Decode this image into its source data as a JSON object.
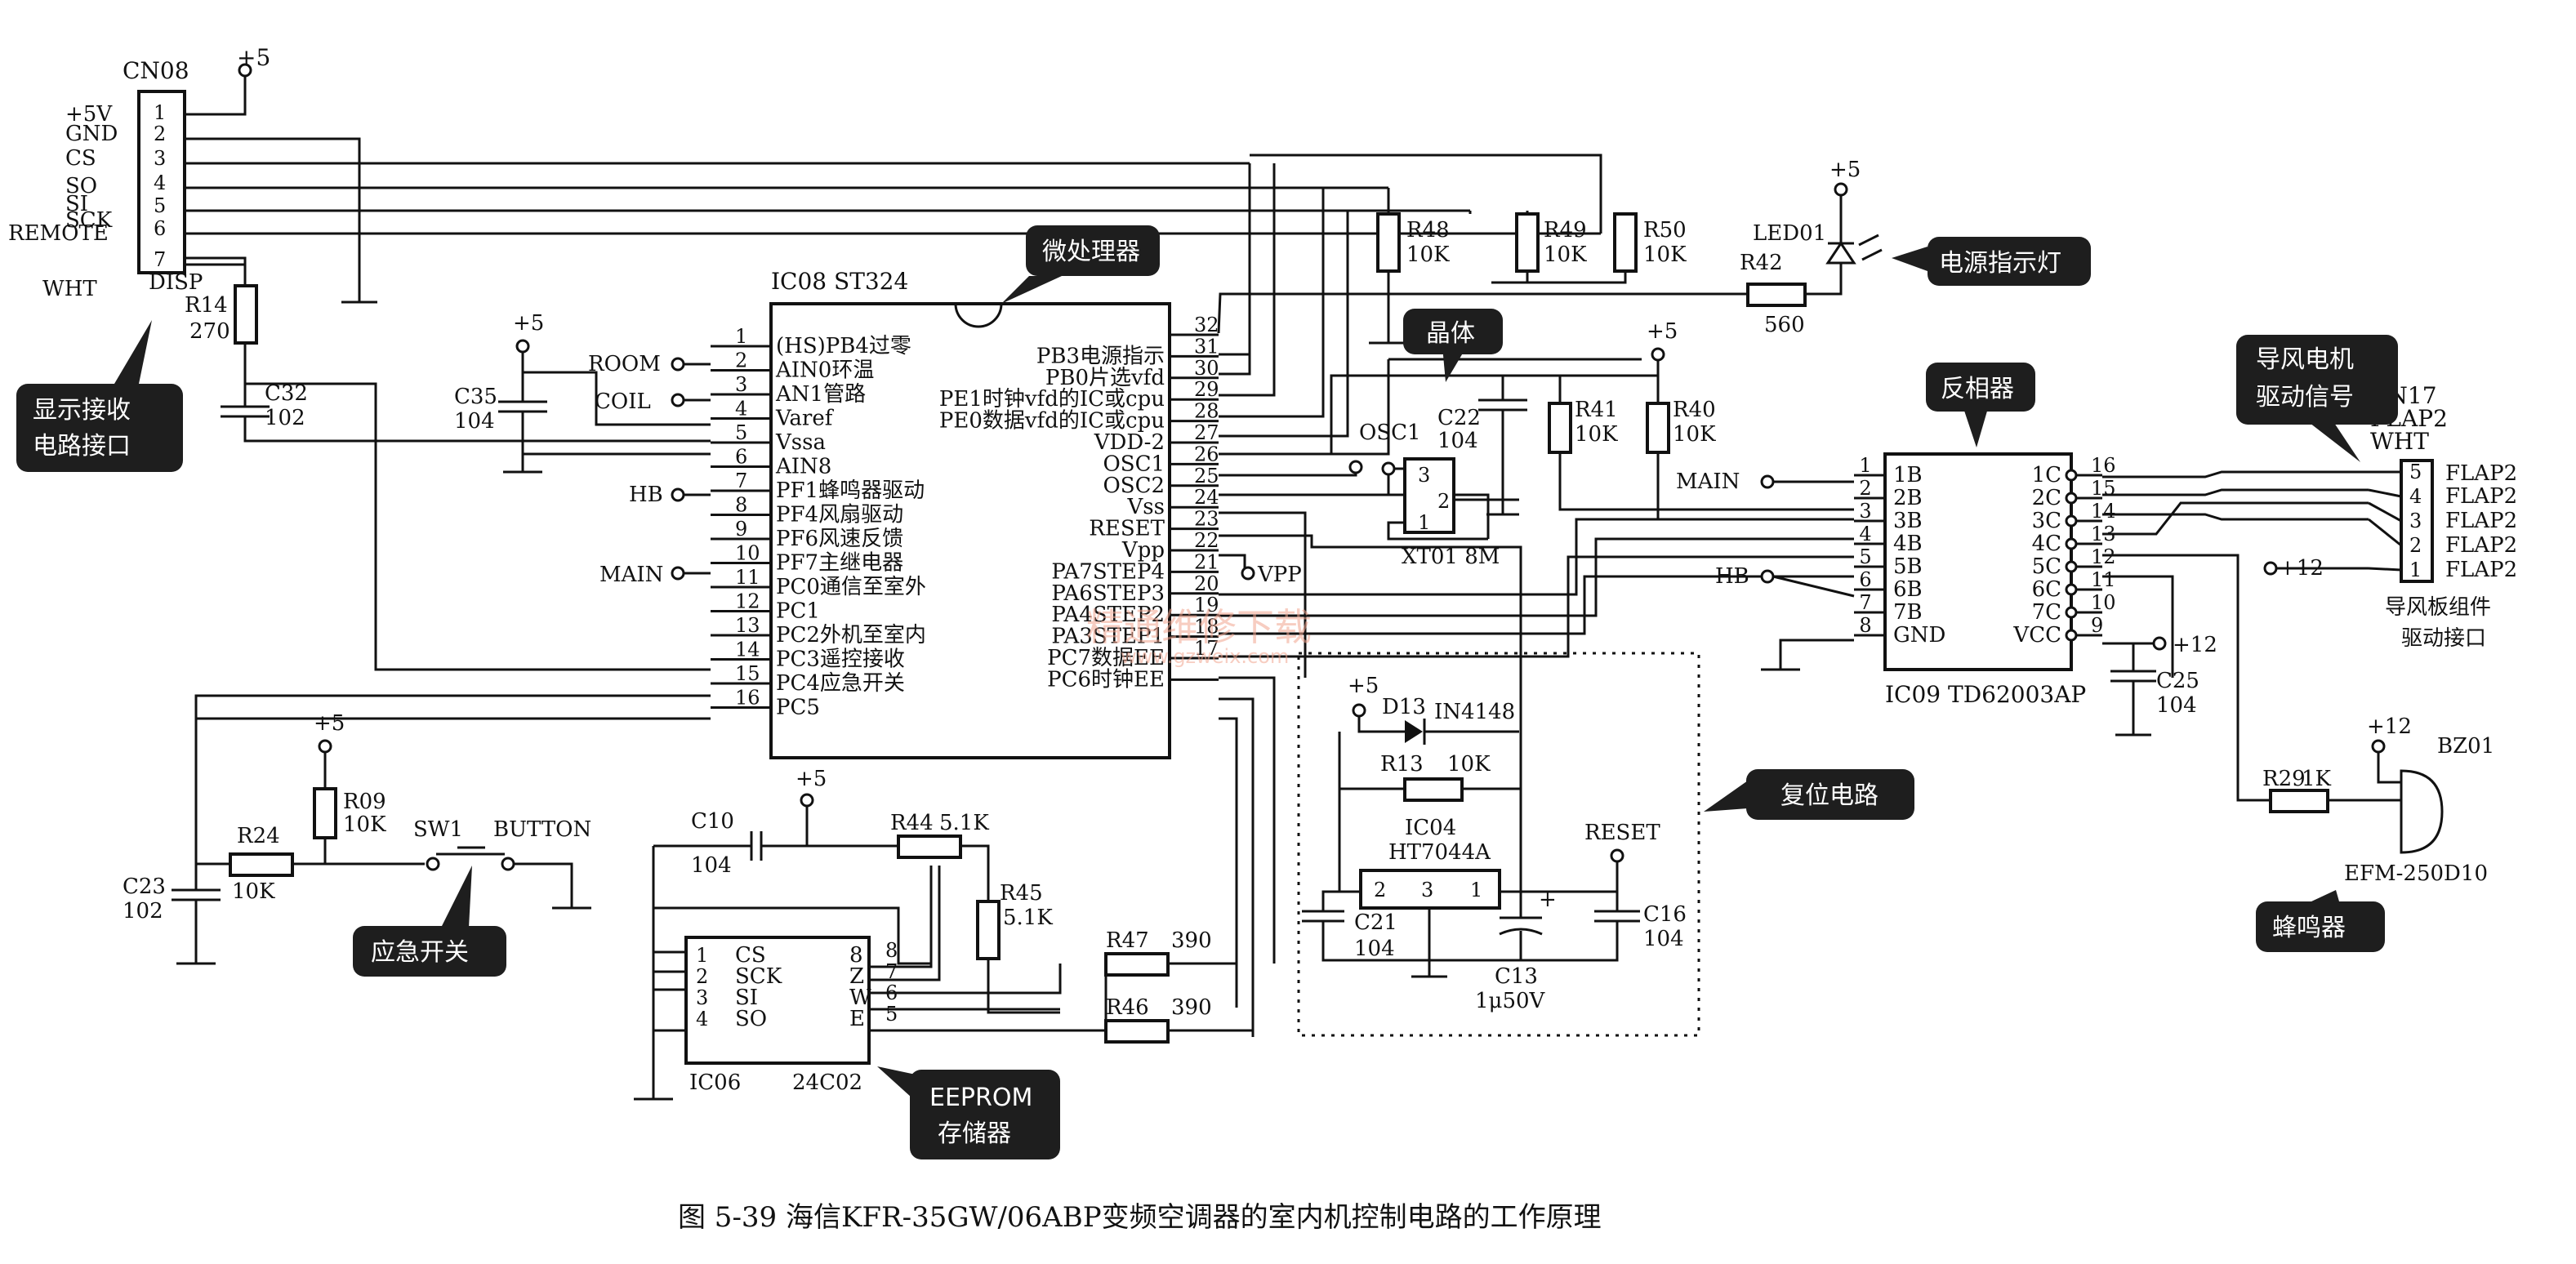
{
  "caption": "图 5-39   海信KFR-35GW/06ABP变频空调器的室内机控制电路的工作原理",
  "callouts": {
    "display_interface": [
      "显示接收",
      "电路接口"
    ],
    "mcu": "微处理器",
    "crystal": "晶体",
    "power_led": "电源指示灯",
    "inverter": "反相器",
    "flap_motor": [
      "导风电机",
      "驱动信号"
    ],
    "reset": "复位电路",
    "emergency": "应急开关",
    "eeprom": [
      "EEPROM",
      "存储器"
    ],
    "buzzer": "蜂鸣器"
  },
  "cn08": {
    "name": "CN08",
    "signals": [
      "+5V",
      "GND",
      "CS",
      "SO",
      "SI",
      "SCK",
      "REMOTE"
    ],
    "pins": [
      "1",
      "2",
      "3",
      "4",
      "5",
      "6",
      "7"
    ],
    "wht": "WHT",
    "disp": "DISP",
    "supply": "+5"
  },
  "ic08": {
    "name": "IC08 ST324",
    "left_pins": [
      {
        "num": "1",
        "label": "(HS)PB4过零"
      },
      {
        "num": "2",
        "label": "AIN0环温"
      },
      {
        "num": "3",
        "label": "AN1管路"
      },
      {
        "num": "4",
        "label": "Varef"
      },
      {
        "num": "5",
        "label": "Vssa"
      },
      {
        "num": "6",
        "label": "AIN8"
      },
      {
        "num": "7",
        "label": "PF1蜂鸣器驱动"
      },
      {
        "num": "8",
        "label": "PF4风扇驱动"
      },
      {
        "num": "9",
        "label": "PF6风速反馈"
      },
      {
        "num": "10",
        "label": "PF7主继电器"
      },
      {
        "num": "11",
        "label": "PC0通信至室外"
      },
      {
        "num": "12",
        "label": "PC1"
      },
      {
        "num": "13",
        "label": "PC2外机至室内"
      },
      {
        "num": "14",
        "label": "PC3遥控接收"
      },
      {
        "num": "15",
        "label": "PC4应急开关"
      },
      {
        "num": "16",
        "label": "PC5"
      }
    ],
    "right_pins": [
      {
        "num": "32",
        "label": ""
      },
      {
        "num": "31",
        "label": "PB3电源指示"
      },
      {
        "num": "30",
        "label": "PB0片选vfd"
      },
      {
        "num": "29",
        "label": "PE1时钟vfd的IC或cpu"
      },
      {
        "num": "28",
        "label": "PE0数据vfd的IC或cpu"
      },
      {
        "num": "27",
        "label": "VDD-2"
      },
      {
        "num": "26",
        "label": "OSC1"
      },
      {
        "num": "25",
        "label": "OSC2"
      },
      {
        "num": "24",
        "label": "Vss"
      },
      {
        "num": "23",
        "label": "RESET"
      },
      {
        "num": "22",
        "label": "Vpp"
      },
      {
        "num": "21",
        "label": "PA7STEP4"
      },
      {
        "num": "20",
        "label": "PA6STEP3"
      },
      {
        "num": "19",
        "label": "PA4STEP2"
      },
      {
        "num": "18",
        "label": "PA3STEP1"
      },
      {
        "num": "17",
        "label": "PC7数据EE"
      },
      {
        "num": "",
        "label": "PC6时钟EE"
      }
    ]
  },
  "nets": {
    "room": "ROOM",
    "coil": "COIL",
    "hb": "HB",
    "main": "MAIN",
    "vpp": "VPP",
    "osc1": "OSC1",
    "reset": "RESET",
    "plus5": "+5",
    "plus12": "+12"
  },
  "components": {
    "r14": {
      "ref": "R14",
      "value": "270"
    },
    "c32": {
      "ref": "C32",
      "value": "102"
    },
    "c35": {
      "ref": "C35",
      "value": "104"
    },
    "r48": {
      "ref": "R48",
      "value": "10K"
    },
    "r49": {
      "ref": "R49",
      "value": "10K"
    },
    "r50": {
      "ref": "R50",
      "value": "10K"
    },
    "led01": {
      "ref": "LED01"
    },
    "r42": {
      "ref": "R42",
      "value": "560"
    },
    "c22": {
      "ref": "C22",
      "value": "104"
    },
    "r41": {
      "ref": "R41",
      "value": "10K"
    },
    "r40": {
      "ref": "R40",
      "value": "10K"
    },
    "xt01": {
      "ref": "XT01 8M",
      "pins": [
        "3",
        "2",
        "1"
      ]
    },
    "r09": {
      "ref": "R09",
      "value": "10K"
    },
    "r24": {
      "ref": "R24",
      "value": "10K"
    },
    "c23": {
      "ref": "C23",
      "value": "102"
    },
    "sw1": {
      "ref": "SW1",
      "type": "BUTTON"
    },
    "c10": {
      "ref": "C10",
      "value": "104"
    },
    "r44": {
      "ref": "R44",
      "value": "5.1K"
    },
    "r45": {
      "ref": "R45",
      "value": "5.1K"
    },
    "r47": {
      "ref": "R47",
      "value": "390"
    },
    "r46": {
      "ref": "R46",
      "value": "390"
    },
    "d13": {
      "ref": "D13",
      "value": "IN4148"
    },
    "r13": {
      "ref": "R13",
      "value": "10K"
    },
    "ic04": {
      "ref": "IC04",
      "part": "HT7044A",
      "pins": [
        "2",
        "3",
        "1"
      ]
    },
    "c21": {
      "ref": "C21",
      "value": "104"
    },
    "c13": {
      "ref": "C13",
      "value": "1μ50V"
    },
    "c16": {
      "ref": "C16",
      "value": "104"
    },
    "c25": {
      "ref": "C25",
      "value": "104"
    },
    "r29": {
      "ref": "R29",
      "value": "1K"
    },
    "bz01": {
      "ref": "BZ01",
      "part": "EFM-250D10"
    }
  },
  "ic06": {
    "ref": "IC06",
    "part": "24C02",
    "left_pins": [
      {
        "num": "1",
        "label": "CS"
      },
      {
        "num": "2",
        "label": "SCK"
      },
      {
        "num": "3",
        "label": "SI"
      },
      {
        "num": "4",
        "label": "SO"
      }
    ],
    "right_pins": [
      {
        "num": "8",
        "label": "8"
      },
      {
        "num": "7",
        "label": "Z"
      },
      {
        "num": "6",
        "label": "W"
      },
      {
        "num": "5",
        "label": "E"
      }
    ]
  },
  "ic09": {
    "ref": "IC09 TD62003AP",
    "left_pins": [
      {
        "num": "1",
        "label": "1B"
      },
      {
        "num": "2",
        "label": "2B"
      },
      {
        "num": "3",
        "label": "3B"
      },
      {
        "num": "4",
        "label": "4B"
      },
      {
        "num": "5",
        "label": "5B"
      },
      {
        "num": "6",
        "label": "6B"
      },
      {
        "num": "7",
        "label": "7B"
      },
      {
        "num": "8",
        "label": "GND"
      }
    ],
    "right_pins": [
      {
        "num": "16",
        "label": "1C"
      },
      {
        "num": "15",
        "label": "2C"
      },
      {
        "num": "14",
        "label": "3C"
      },
      {
        "num": "13",
        "label": "4C"
      },
      {
        "num": "12",
        "label": "5C"
      },
      {
        "num": "11",
        "label": "6C"
      },
      {
        "num": "10",
        "label": "7C"
      },
      {
        "num": "9",
        "label": "VCC"
      }
    ]
  },
  "cn17": {
    "name": "CN17",
    "sub": "FLAP2",
    "color": "WHT",
    "pins": [
      "5",
      "4",
      "3",
      "2",
      "1"
    ],
    "labels": [
      "FLAP2",
      "FLAP2",
      "FLAP2",
      "FLAP2",
      "FLAP2"
    ],
    "desc": [
      "导风板组件",
      "驱动接口"
    ]
  },
  "watermark": {
    "cn": "精通维修下载",
    "url": "www.gzweix.com"
  }
}
